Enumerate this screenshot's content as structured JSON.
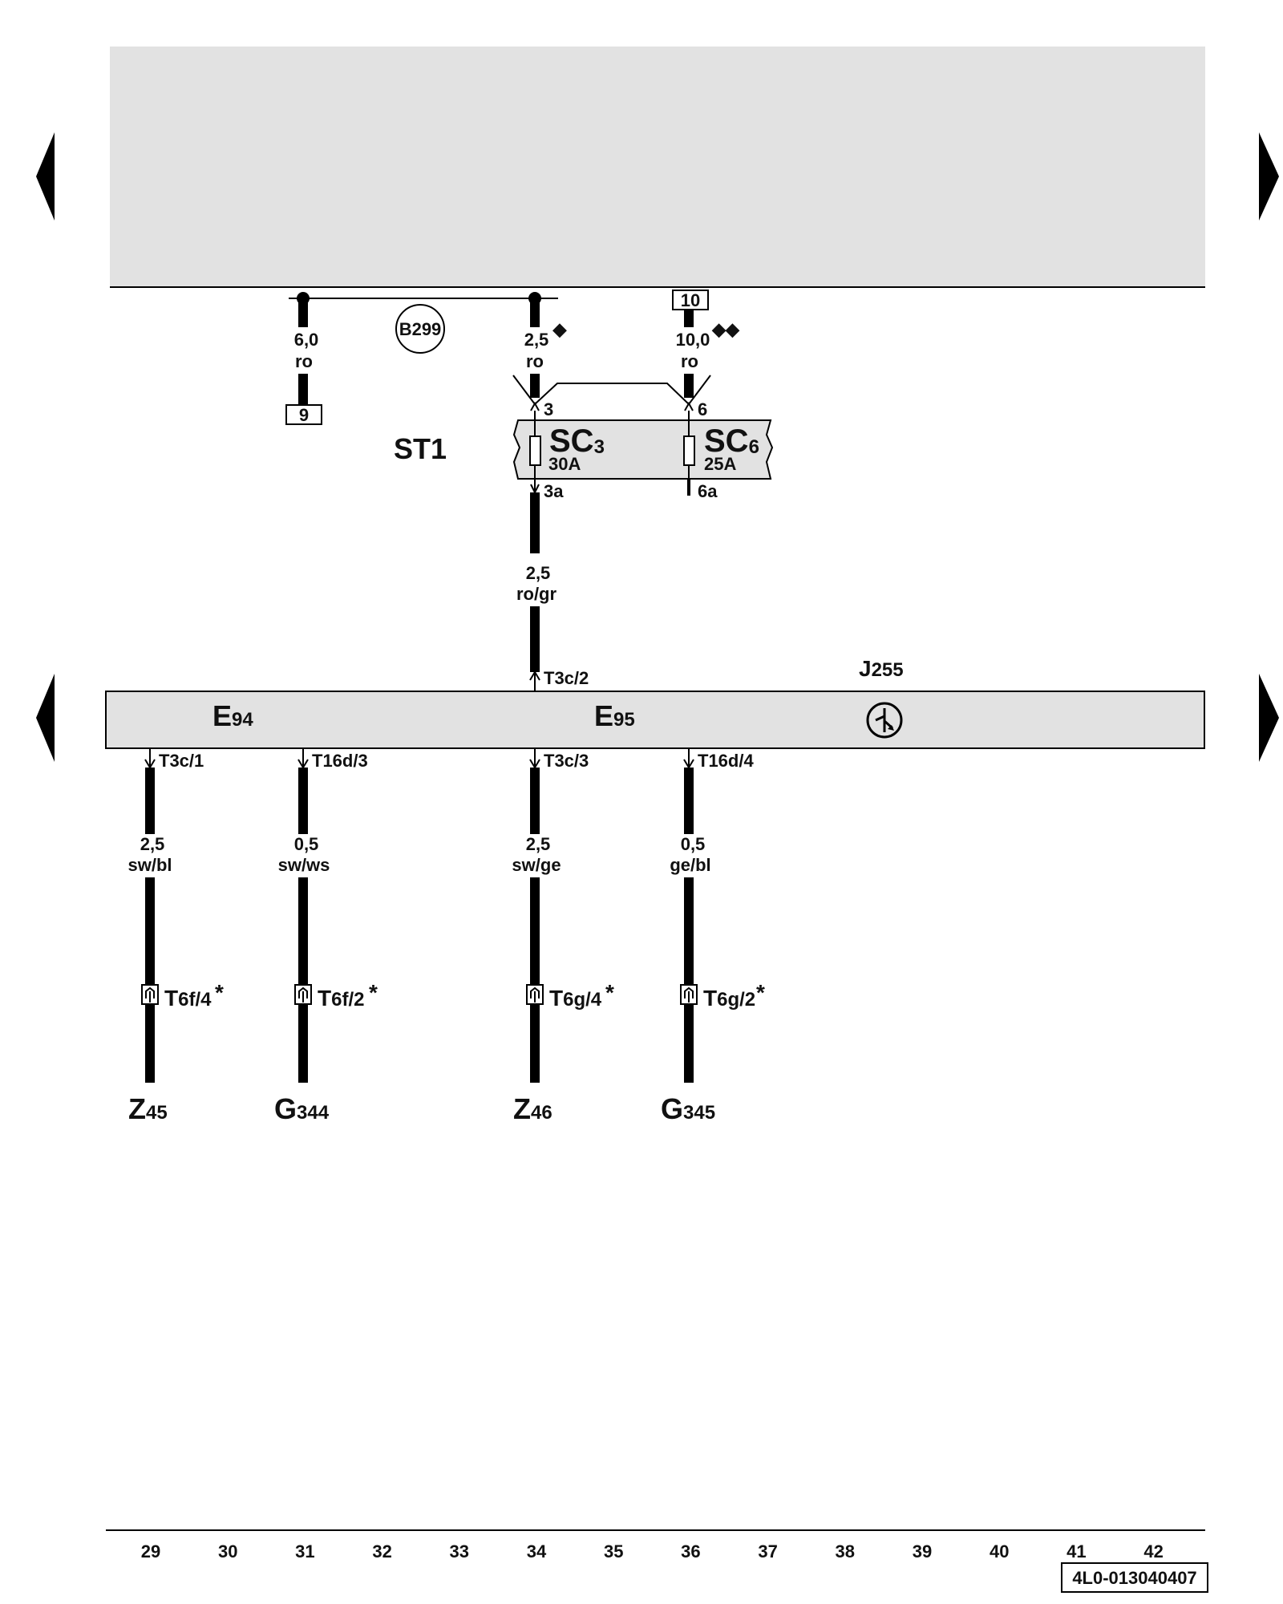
{
  "nav": {
    "prev_label": "previous-page",
    "next_label": "next-page"
  },
  "top_wires": [
    {
      "id": "w31",
      "cross": "6,0",
      "color": "ro",
      "bottom_box": "9"
    },
    {
      "id": "w34",
      "cross": "2,5",
      "color": "ro",
      "mark": "◆"
    },
    {
      "id": "w36",
      "cross": "10,0",
      "color": "ro",
      "mark": "◆◆",
      "top_box": "10"
    }
  ],
  "splice": "B299",
  "fuse_block": {
    "name": "ST1",
    "fuses": [
      {
        "name": "SC",
        "sub": "3",
        "rating": "30A",
        "pin_in": "3",
        "pin_out": "3a"
      },
      {
        "name": "SC",
        "sub": "6",
        "rating": "25A",
        "pin_in": "6",
        "pin_out": "6a"
      }
    ]
  },
  "mid_wire": {
    "cross": "2,5",
    "color": "ro/gr",
    "pin": "T3c/2"
  },
  "module": {
    "label": "J",
    "sub": "255",
    "components": [
      {
        "label": "E",
        "sub": "94"
      },
      {
        "label": "E",
        "sub": "95"
      }
    ]
  },
  "bottom_wires": [
    {
      "pin": "T3c/1",
      "cross": "2,5",
      "color": "sw/bl",
      "conn": "T",
      "conn_sub": "6f/4",
      "star": "*",
      "target": "Z",
      "target_sub": "45"
    },
    {
      "pin": "T16d/3",
      "cross": "0,5",
      "color": "sw/ws",
      "conn": "T",
      "conn_sub": "6f/2",
      "star": "*",
      "target": "G",
      "target_sub": "344"
    },
    {
      "pin": "T3c/3",
      "cross": "2,5",
      "color": "sw/ge",
      "conn": "T",
      "conn_sub": "6g/4",
      "star": "*",
      "target": "Z",
      "target_sub": "46"
    },
    {
      "pin": "T16d/4",
      "cross": "0,5",
      "color": "ge/bl",
      "conn": "T",
      "conn_sub": "6g/2",
      "star": "*",
      "target": "G",
      "target_sub": "345"
    }
  ],
  "grid_numbers": [
    "29",
    "30",
    "31",
    "32",
    "33",
    "34",
    "35",
    "36",
    "37",
    "38",
    "39",
    "40",
    "41",
    "42"
  ],
  "doc_id": "4L0-013040407"
}
